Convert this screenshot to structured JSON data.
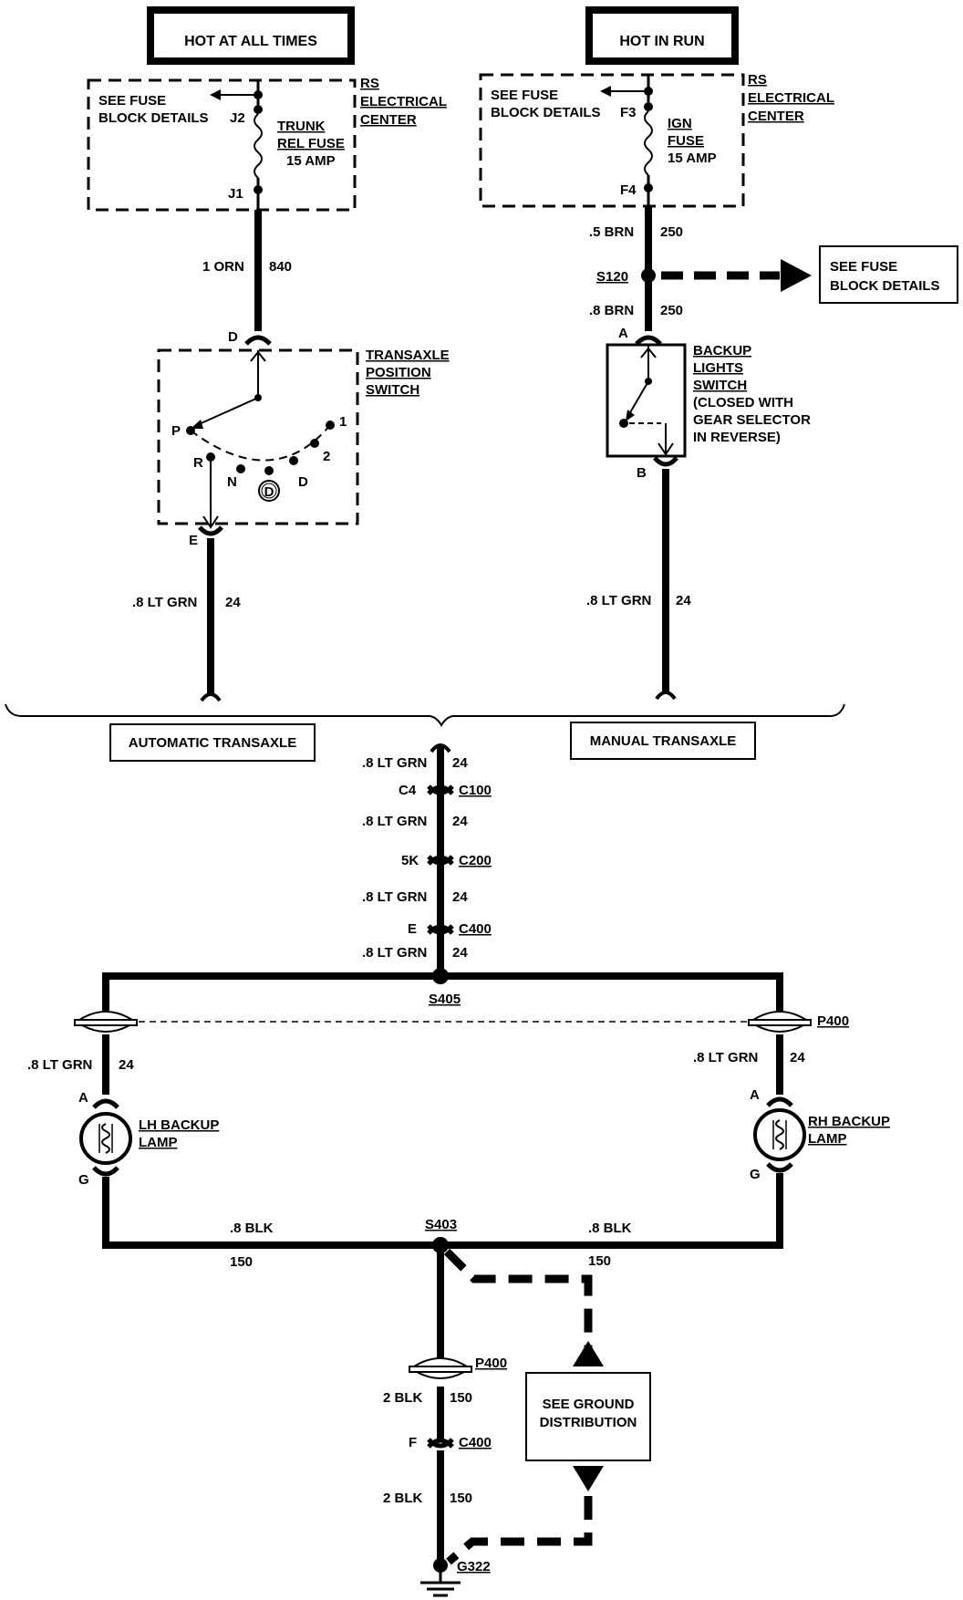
{
  "hot_at_all_times": "HOT AT ALL TIMES",
  "hot_in_run": "HOT IN RUN",
  "left_fuse": {
    "see_fuse_1": "SEE FUSE",
    "see_fuse_2": "BLOCK DETAILS",
    "rs_1": "RS",
    "rs_2": "ELECTRICAL",
    "rs_3": "CENTER",
    "term_top": "J2",
    "term_bottom": "J1",
    "name_1": "TRUNK",
    "name_2": "REL FUSE",
    "name_3": "15 AMP"
  },
  "right_fuse": {
    "see_fuse_1": "SEE FUSE",
    "see_fuse_2": "BLOCK DETAILS",
    "rs_1": "RS",
    "rs_2": "ELECTRICAL",
    "rs_3": "CENTER",
    "term_top": "F3",
    "term_bottom": "F4",
    "name_1": "IGN",
    "name_2": "FUSE",
    "name_3": "15 AMP"
  },
  "wires": {
    "w840_color": "1 ORN",
    "w840_num": "840",
    "w250a_color": ".5 BRN",
    "w250a_num": "250",
    "s120": "S120",
    "w250b_color": ".8 BRN",
    "w250b_num": "250",
    "see_fuse_right_1": "SEE FUSE",
    "see_fuse_right_2": "BLOCK DETAILS",
    "lt_grn": ".8 LT GRN",
    "num24": "24",
    "blk8": ".8 BLK",
    "num150": "150",
    "blk2": "2 BLK"
  },
  "transaxle_switch": {
    "title_1": "TRANSAXLE",
    "title_2": "POSITION",
    "title_3": "SWITCH",
    "term_in": "D",
    "term_out": "E",
    "pos_p": "P",
    "pos_r": "R",
    "pos_n": "N",
    "pos_d_circle": "D",
    "pos_d": "D",
    "pos_2": "2",
    "pos_1": "1"
  },
  "backup_switch": {
    "title_1": "BACKUP",
    "title_2": "LIGHTS",
    "title_3": "SWITCH",
    "note_1": "(CLOSED WITH",
    "note_2": "GEAR SELECTOR",
    "note_3": "IN REVERSE)",
    "term_in": "A",
    "term_out": "B"
  },
  "automatic_transaxle": "AUTOMATIC TRANSAXLE",
  "manual_transaxle": "MANUAL TRANSAXLE",
  "connectors": {
    "c4_pin": "C4",
    "c100": "C100",
    "c200_pin": "5K",
    "c200": "C200",
    "c400_pin": "E",
    "c400": "C400",
    "s405": "S405",
    "p400": "P400",
    "s403": "S403",
    "p400_b": "P400",
    "c400_b_pin": "F",
    "c400_b": "C400",
    "g322": "G322"
  },
  "lamps": {
    "lh_1": "LH BACKUP",
    "lh_2": "LAMP",
    "rh_1": "RH BACKUP",
    "rh_2": "LAMP",
    "pin_a": "A",
    "pin_g": "G"
  },
  "ground_dist_1": "SEE GROUND",
  "ground_dist_2": "DISTRIBUTION"
}
